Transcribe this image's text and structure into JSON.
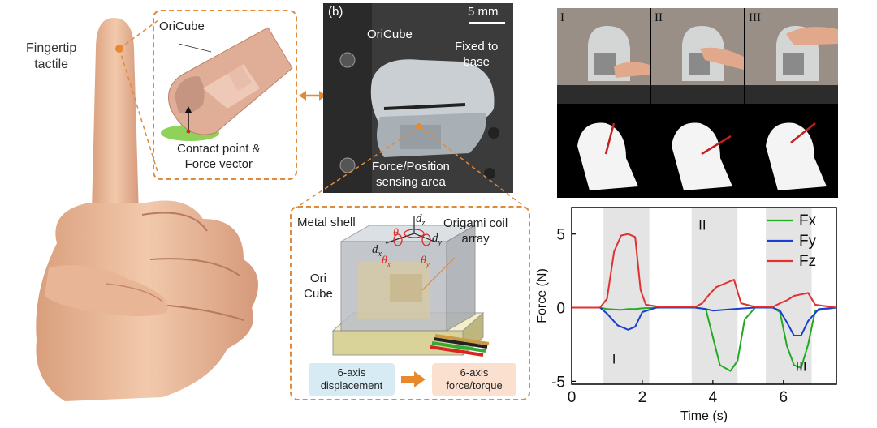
{
  "left": {
    "fingertip_label": "Fingertip\ntactile",
    "zoom_title": "OriCube",
    "zoom_caption": "Contact point &\nForce vector"
  },
  "photo": {
    "panel_tag": "(b)",
    "scale": "5 mm",
    "oricube": "OriCube",
    "fixed": "Fixed to\nbase",
    "sensing": "Force/Position\nsensing area"
  },
  "schematic": {
    "metal_shell": "Metal shell",
    "ori_cube": "Ori\nCube",
    "coil": "Origami coil\narray",
    "axes": {
      "dz": "d",
      "dz_sub": "z",
      "dx": "d",
      "dx_sub": "x",
      "dy": "d",
      "dy_sub": "y",
      "tz": "θ",
      "tz_sub": "z",
      "tx": "θ",
      "tx_sub": "x",
      "ty": "θ",
      "ty_sub": "y"
    },
    "box_left": "6-axis\ndisplacement",
    "box_right": "6-axis\nforce/torque"
  },
  "frames": {
    "labels": [
      "I",
      "II",
      "III"
    ]
  },
  "colors": {
    "accent_dash": "#e08a3c",
    "fx": "#22aa22",
    "fy": "#1a3fd0",
    "fz": "#e03030",
    "shade": "#e4e4e4"
  },
  "chart_data": {
    "type": "line",
    "xlabel": "Time (s)",
    "ylabel": "Force (N)",
    "xlim": [
      0,
      7.5
    ],
    "ylim": [
      -5.2,
      6.8
    ],
    "xticks": [
      0,
      2,
      4,
      6
    ],
    "yticks": [
      -5,
      0,
      5
    ],
    "ytick_labels": [
      "-5",
      "0",
      "5"
    ],
    "grid": false,
    "legend": "top-right",
    "shaded_regions": [
      [
        0.9,
        2.2
      ],
      [
        3.4,
        4.7
      ],
      [
        5.5,
        6.8
      ]
    ],
    "region_labels": [
      {
        "text": "I",
        "x": 1.2,
        "y": -3.8
      },
      {
        "text": "II",
        "x": 3.7,
        "y": 5.3
      },
      {
        "text": "III",
        "x": 6.5,
        "y": -4.3
      }
    ],
    "series": [
      {
        "name": "Fx",
        "color": "#22aa22",
        "x": [
          0,
          0.8,
          1.0,
          1.4,
          1.6,
          1.8,
          2.0,
          2.4,
          3.5,
          3.8,
          4.0,
          4.2,
          4.5,
          4.7,
          4.9,
          5.2,
          5.7,
          5.9,
          6.1,
          6.3,
          6.5,
          6.7,
          6.9,
          7.5
        ],
        "y": [
          0,
          0,
          -0.1,
          -0.15,
          -0.1,
          -0.1,
          -0.05,
          0,
          0,
          -0.1,
          -2.0,
          -3.9,
          -4.3,
          -3.6,
          -0.8,
          0,
          0,
          -0.3,
          -2.6,
          -3.9,
          -4.1,
          -2.5,
          -0.2,
          0
        ]
      },
      {
        "name": "Fy",
        "color": "#1a3fd0",
        "x": [
          0,
          0.8,
          1.0,
          1.3,
          1.6,
          1.8,
          2.0,
          2.4,
          3.5,
          3.8,
          4.0,
          4.3,
          4.6,
          4.9,
          5.2,
          5.7,
          5.9,
          6.1,
          6.3,
          6.5,
          6.7,
          7.0,
          7.5
        ],
        "y": [
          0,
          0,
          -0.4,
          -1.2,
          -1.5,
          -1.3,
          -0.3,
          0,
          0,
          -0.1,
          -0.2,
          -0.15,
          -0.1,
          -0.05,
          0,
          0,
          -0.2,
          -1.0,
          -1.9,
          -1.9,
          -0.9,
          -0.1,
          0
        ]
      },
      {
        "name": "Fz",
        "color": "#e03030",
        "x": [
          0,
          0.8,
          1.0,
          1.2,
          1.4,
          1.6,
          1.8,
          1.95,
          2.1,
          2.5,
          3.5,
          3.7,
          3.9,
          4.1,
          4.3,
          4.6,
          4.8,
          5.2,
          5.7,
          5.9,
          6.1,
          6.3,
          6.5,
          6.7,
          6.9,
          7.5
        ],
        "y": [
          0,
          0,
          0.6,
          3.8,
          4.9,
          5.0,
          4.8,
          1.2,
          0.2,
          0.05,
          0.05,
          0.3,
          0.9,
          1.4,
          1.6,
          1.9,
          0.3,
          0.05,
          0.05,
          0.3,
          0.5,
          0.8,
          0.9,
          1.0,
          0.2,
          0
        ]
      }
    ]
  }
}
